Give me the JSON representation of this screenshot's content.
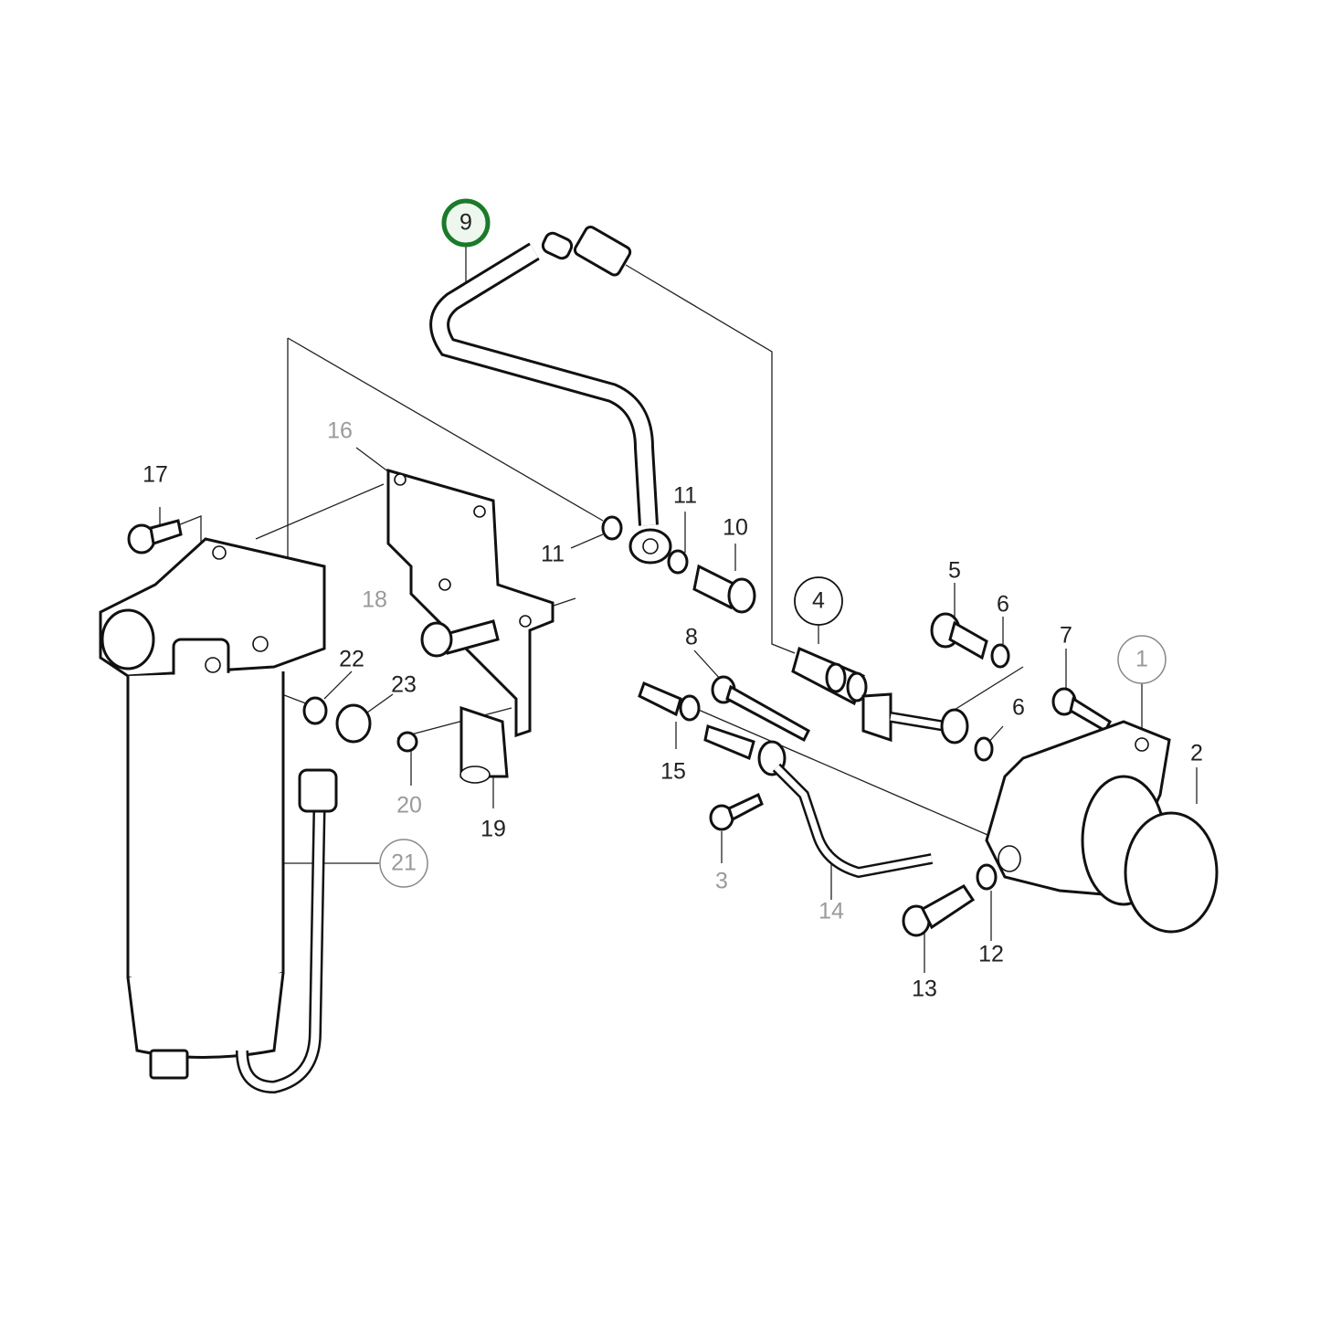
{
  "diagram": {
    "highlight_color": "#1a7a2a",
    "highlighted_part": "9",
    "callouts": [
      {
        "id": "c1",
        "text": "1",
        "style": "circle-gray"
      },
      {
        "id": "c2",
        "text": "2",
        "style": "black"
      },
      {
        "id": "c3",
        "text": "3",
        "style": "gray"
      },
      {
        "id": "c4",
        "text": "4",
        "style": "circle-black"
      },
      {
        "id": "c5",
        "text": "5",
        "style": "black"
      },
      {
        "id": "c6a",
        "text": "6",
        "style": "black"
      },
      {
        "id": "c6b",
        "text": "6",
        "style": "black"
      },
      {
        "id": "c7",
        "text": "7",
        "style": "black"
      },
      {
        "id": "c8",
        "text": "8",
        "style": "black"
      },
      {
        "id": "c9",
        "text": "9",
        "style": "circle-highlight"
      },
      {
        "id": "c10",
        "text": "10",
        "style": "black"
      },
      {
        "id": "c11a",
        "text": "11",
        "style": "black"
      },
      {
        "id": "c11b",
        "text": "11",
        "style": "black"
      },
      {
        "id": "c12",
        "text": "12",
        "style": "black"
      },
      {
        "id": "c13",
        "text": "13",
        "style": "black"
      },
      {
        "id": "c14",
        "text": "14",
        "style": "gray"
      },
      {
        "id": "c15",
        "text": "15",
        "style": "black"
      },
      {
        "id": "c16",
        "text": "16",
        "style": "gray"
      },
      {
        "id": "c17",
        "text": "17",
        "style": "black"
      },
      {
        "id": "c18",
        "text": "18",
        "style": "gray"
      },
      {
        "id": "c19",
        "text": "19",
        "style": "black"
      },
      {
        "id": "c20",
        "text": "20",
        "style": "gray"
      },
      {
        "id": "c21",
        "text": "21",
        "style": "circle-gray"
      },
      {
        "id": "c22",
        "text": "22",
        "style": "black"
      },
      {
        "id": "c23",
        "text": "23",
        "style": "black"
      }
    ]
  }
}
